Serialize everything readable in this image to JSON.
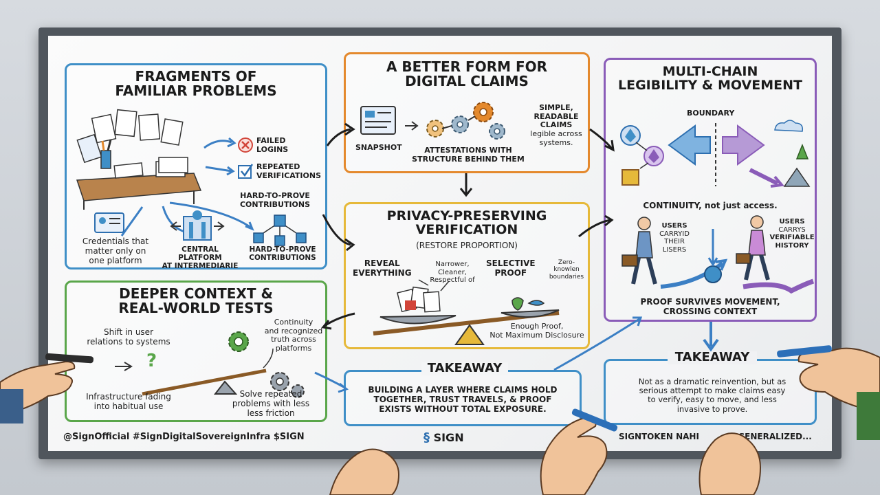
{
  "panel_fragments": {
    "title_line1": "FRAGMENTS OF",
    "title_line2": "FAMILIAR PROBLEMS",
    "failed_logins_line1": "FAILED",
    "failed_logins_line2": "LOGINS",
    "repeated_line1": "REPEATED",
    "repeated_line2": "VERIFICATIONS",
    "hard_to_prove_top_line1": "HARD-TO-PROVE",
    "hard_to_prove_top_line2": "CONTRIBUTIONS",
    "credentials_line1": "Credentials that",
    "credentials_line2": "matter only on",
    "credentials_line3": "one platform",
    "central_line1": "CENTRAL PLATFORM",
    "central_line2": "AT INTERMEDIARIE",
    "hard_to_prove_bottom_line1": "HARD-TO-PROVE",
    "hard_to_prove_bottom_line2": "CONTRIBUTIONS"
  },
  "panel_better_form": {
    "title_line1": "A BETTER FORM FOR",
    "title_line2": "DIGITAL CLAIMS",
    "snapshot": "SNAPSHOT",
    "attestations_line1": "ATTESTATIONS WITH",
    "attestations_line2": "STRUCTURE BEHIND THEM",
    "simple_line1": "SIMPLE,",
    "simple_line2": "READABLE",
    "simple_line3": "CLAIMS",
    "simple_line4": "legible across",
    "simple_line5": "systems."
  },
  "panel_privacy": {
    "title_line1": "PRIVACY-PRESERVING",
    "title_line2": "VERIFICATION",
    "subtitle": "(RESTORE PROPORTION)",
    "reveal_line1": "REVEAL",
    "reveal_line2": "EVERYTHING",
    "narrower_line1": "Narrower,",
    "narrower_line2": "Cleaner,",
    "narrower_line3": "Respectful of",
    "selective_line1": "SELECTIVE",
    "selective_line2": "PROOF",
    "zero_line1": "Zero-",
    "zero_line2": "knowlen",
    "zero_line3": "boundaries",
    "enough_line1": "Enough Proof,",
    "enough_line2": "Not Maximum Disclosure"
  },
  "panel_multichain": {
    "title_line1": "MULTI-CHAIN",
    "title_line2": "LEGIBILITY & MOVEMENT",
    "boundary": "BOUNDARY",
    "continuity": "CONTINUITY, not just access.",
    "users_left_line1": "USERS",
    "users_left_line2": "carryid",
    "users_left_line3": "their",
    "users_left_line4": "Lisers",
    "users_right_line1": "USERS",
    "users_right_line2": "carrys",
    "users_right_line3": "VERIFIABLE",
    "users_right_line4": "HISTORY",
    "proof_line1": "PROOF SURVIVES MOVEMENT,",
    "proof_line2": "CROSSING CONTEXT"
  },
  "panel_deeper": {
    "title_line1": "DEEPER CONTEXT &",
    "title_line2": "REAL-WORLD TESTS",
    "shift_line1": "Shift in user",
    "shift_line2": "relations to systems",
    "continuity_line1": "Continuity",
    "continuity_line2": "and recognized",
    "continuity_line3": "truth across",
    "continuity_line4": "platforms",
    "infra_line1": "Infrastructure fading",
    "infra_line2": "into habitual use",
    "solve_line1": "Solve repeated",
    "solve_line2": "problems with less",
    "solve_line3": "less friction"
  },
  "panel_takeaway_center": {
    "heading": "TAKEAWAY",
    "line1": "BUILDING A LAYER WHERE CLAIMS HOLD",
    "line2": "TOGETHER, TRUST TRAVELS, & PROOF",
    "line3": "EXISTS WITHOUT TOTAL EXPOSURE."
  },
  "panel_takeaway_right": {
    "heading": "TAKEAWAY",
    "line1": "Not as a dramatic reinvention, but as",
    "line2": "serious attempt to make claims easy",
    "line3": "to verify, easy to move, and less",
    "line4": "invasive to prove."
  },
  "footer": {
    "handles": "@SignOfficial  #SignDigitalSovereignInfra  $SIGN",
    "logo_text": "SIGN",
    "right_text": "SIGNTOKEN NAHI",
    "right_text2": "GENERALIZED..."
  },
  "colors": {
    "blue": "#3f8fc7",
    "orange": "#e4892d",
    "yellow": "#e6b93a",
    "purple": "#8a5cb8",
    "green": "#5aa64a",
    "arrow_blue": "#3b7fc4"
  }
}
